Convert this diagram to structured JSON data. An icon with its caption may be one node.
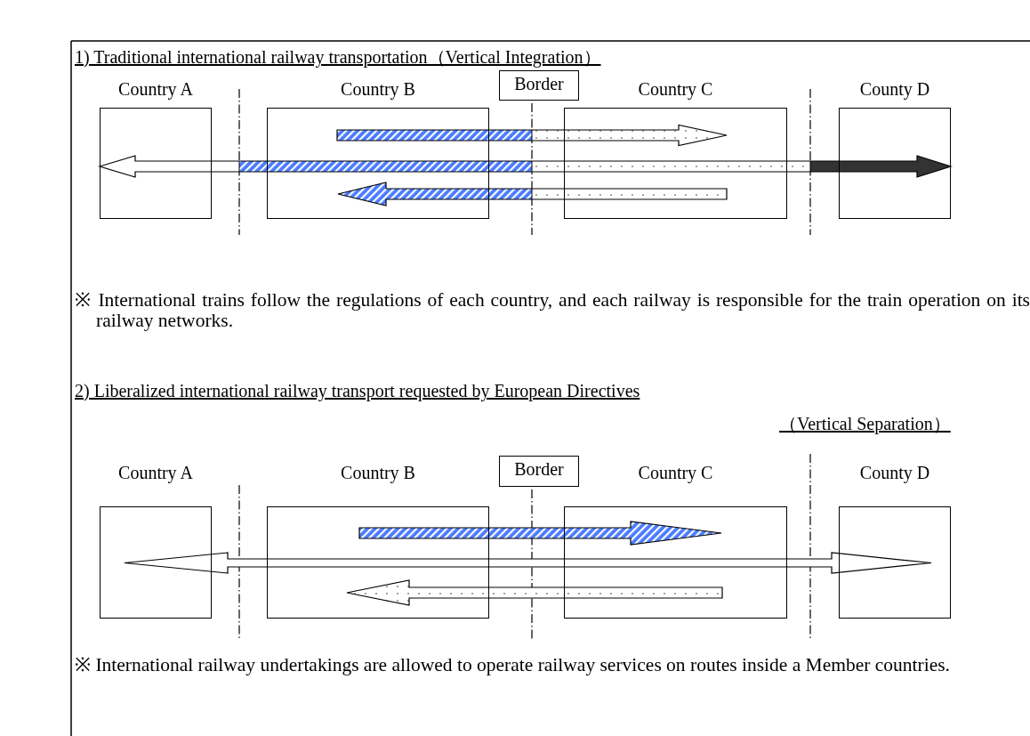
{
  "diagram": {
    "nodes": [
      {
        "text": [
          "Country A"
        ]
      },
      {
        "text": [
          "Country B"
        ]
      },
      {
        "text": [
          "Country C"
        ]
      },
      {
        "text": [
          "County D"
        ]
      },
      {
        "text": [
          "Border"
        ]
      },
      {
        "text": [
          "Country A"
        ]
      },
      {
        "text": [
          "Country B"
        ]
      },
      {
        "text": [
          "Country C"
        ]
      },
      {
        "text": [
          "County D"
        ]
      },
      {
        "text": [
          "Border"
        ]
      }
    ],
    "edges": [
      {
        "from": 1,
        "to": 2,
        "arrow": "to"
      },
      {
        "from": 0,
        "to": 3,
        "arrow": "both"
      },
      {
        "from": 2,
        "to": 1,
        "arrow": "to"
      },
      {
        "from": 6,
        "to": 7,
        "arrow": "to"
      },
      {
        "from": 5,
        "to": 8,
        "arrow": "both"
      },
      {
        "from": 7,
        "to": 6,
        "arrow": "to"
      }
    ],
    "labels": [
      "1) Traditional international railway transportation（Vertical Integration）",
      "※ International trains follow the regulations of each country, and each railway is responsible for the train operation on its railway networks.",
      "2) Liberalized international railway transport requested by European Directives",
      "（Vertical Separation）",
      "※ International railway undertakings are allowed to operate railway services on routes inside a Member countries."
    ]
  }
}
